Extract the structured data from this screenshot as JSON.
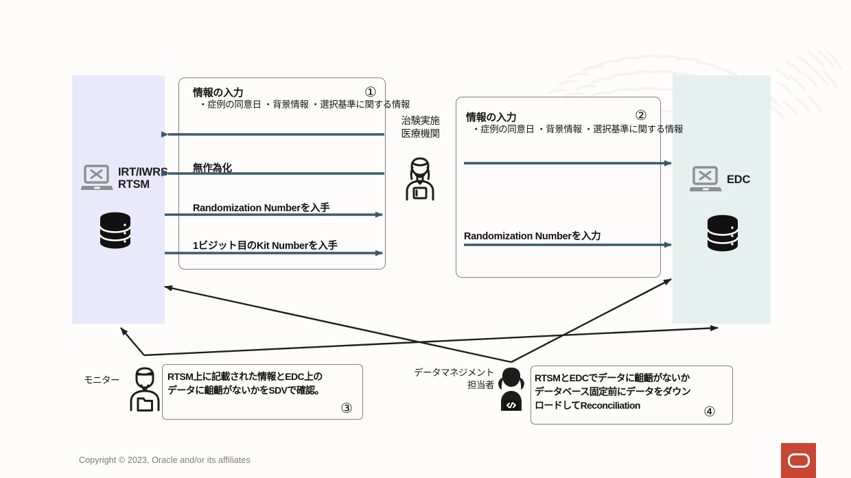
{
  "page": {
    "background_color": "#fdfcfa"
  },
  "columns": {
    "irt": {
      "name": "IRT/IWRS\nRTSM",
      "color": "#e8eafb",
      "laptop_icon": "laptop-tools-icon",
      "database_icon": "database-icon"
    },
    "edc": {
      "name": "EDC",
      "color": "#e6f0ee",
      "laptop_icon": "laptop-tools-icon",
      "database_icon": "database-icon"
    }
  },
  "site_actor": {
    "label": "治験実施\n医療機関",
    "icon": "person-clipboard-icon"
  },
  "box1": {
    "marker": "①",
    "title": "情報の入力",
    "bullets": "・症例の同意日\n・背景情報\n・選択基準に関する情報",
    "flows": [
      {
        "label": "",
        "direction": "left"
      },
      {
        "label": "無作為化",
        "direction": "left"
      },
      {
        "label": "Randomization Numberを入手",
        "direction": "right"
      },
      {
        "label": "1ビジット目のKit Numberを入手",
        "direction": "right"
      }
    ]
  },
  "box2": {
    "marker": "②",
    "title": "情報の入力",
    "bullets": "・症例の同意日\n・背景情報\n・選択基準に関する情報",
    "flows": [
      {
        "label": "",
        "direction": "right"
      },
      {
        "label": "Randomization Numberを入力",
        "direction": "right"
      }
    ]
  },
  "monitor": {
    "label": "モニター",
    "icon": "person-folder-icon",
    "note": "RTSM上に記載された情報とEDC上の\nデータに齟齬がないかをSDVで確認。",
    "marker": "③"
  },
  "data_management": {
    "label": "データマネジメント\n担当者",
    "icon": "person-code-icon",
    "note": "RTSMとEDCでデータに齟齬がないか\nデータベース固定前にデータをダウン\nロードしてReconciliation",
    "marker": "④"
  },
  "footer": {
    "copyright": "Copyright © 2023, Oracle and/or its affiliates",
    "logo": "oracle-logo",
    "logo_color": "#c74634"
  },
  "theme": {
    "arrow_color": "#3d5a6c",
    "line_color": "#1f1f1f",
    "box_border": "#8a7f78",
    "icon_gray": "#8f8f8f",
    "icon_black": "#111111"
  }
}
